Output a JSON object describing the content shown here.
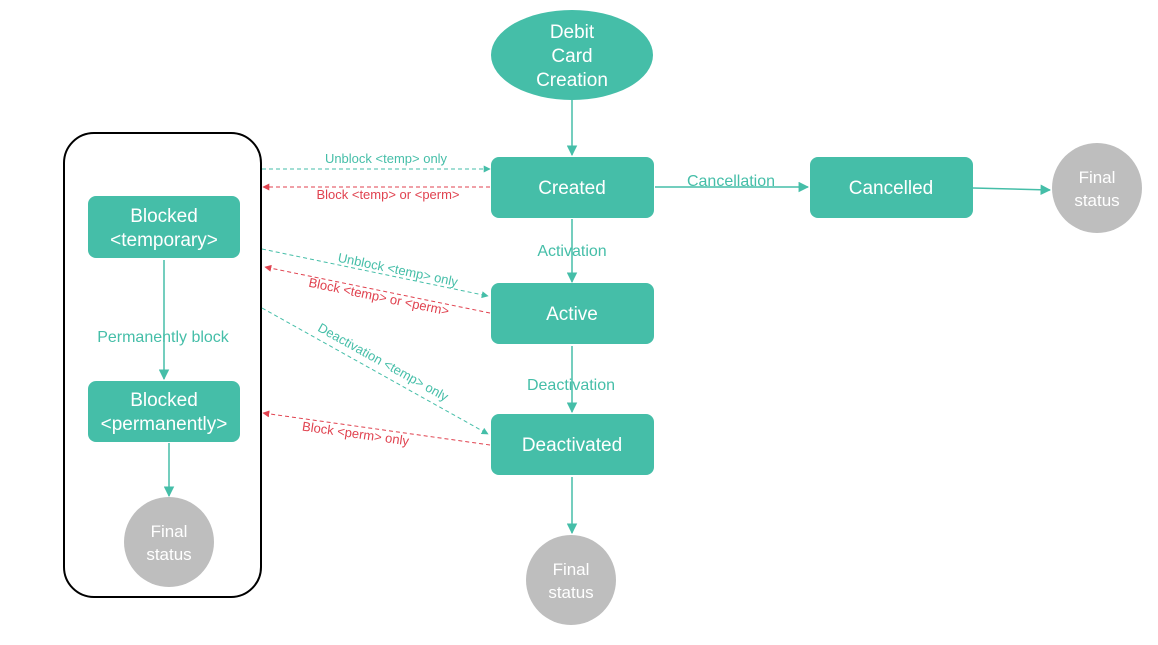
{
  "colors": {
    "node": "#45bea8",
    "final": "#bebebe",
    "block_edge": "#e0424f",
    "edge": "#45bea8",
    "group_border": "#000000"
  },
  "nodes": {
    "start": {
      "lines": [
        "Debit",
        "Card",
        "Creation"
      ]
    },
    "created": {
      "label": "Created"
    },
    "cancelled": {
      "label": "Cancelled"
    },
    "active": {
      "label": "Active"
    },
    "deactivated": {
      "label": "Deactivated"
    },
    "blocked_temp": {
      "lines": [
        "Blocked",
        "<temporary>"
      ]
    },
    "blocked_perm": {
      "lines": [
        "Blocked",
        "<permanently>"
      ]
    },
    "final_right": {
      "lines": [
        "Final",
        "status"
      ]
    },
    "final_bottom": {
      "lines": [
        "Final",
        "status"
      ]
    },
    "final_blocked": {
      "lines": [
        "Final",
        "status"
      ]
    }
  },
  "edges": {
    "activation": "Activation",
    "cancellation": "Cancellation",
    "deactivation": "Deactivation",
    "permanently_block": "Permanently block",
    "unblock_created": "Unblock <temp> only",
    "block_created": "Block <temp> or <perm>",
    "unblock_active": "Unblock <temp> only",
    "block_active": "Block <temp> or <perm>",
    "deactivation_temp": "Deactivation <temp> only",
    "block_deactivated": "Block <perm> only"
  }
}
